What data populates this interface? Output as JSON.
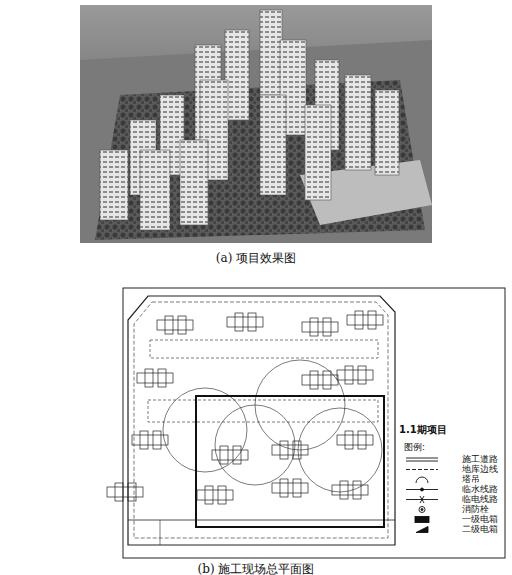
{
  "diagram": {
    "nodes": [
      {
        "text": [
          "1.1期项目"
        ]
      }
    ],
    "labels": [
      "(a) 项目效果图",
      "(b) 施工现场总平面图",
      "图例:"
    ],
    "legend": [
      {
        "text": "施工道路"
      },
      {
        "text": "地库边线"
      },
      {
        "text": "塔吊"
      },
      {
        "text": "临水线路"
      },
      {
        "text": "临电线路"
      },
      {
        "text": "消防栓"
      },
      {
        "text": "一级电箱"
      },
      {
        "text": "二级电箱"
      }
    ]
  }
}
